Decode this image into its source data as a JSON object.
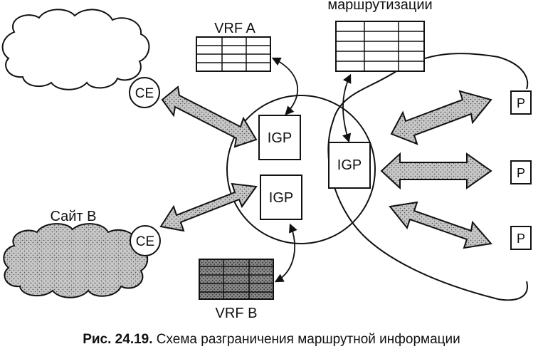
{
  "labels": {
    "vrf_a": "VRF A",
    "vrf_b": "VRF B",
    "routing_table_title": "маршрутизации",
    "site_b": "Сайт B",
    "ce_top": "CE",
    "ce_bottom": "CE",
    "igp_vrf_a": "IGP",
    "igp_vrf_b": "IGP",
    "igp_global": "IGP",
    "p_top": "P",
    "p_middle": "P",
    "p_bottom": "P"
  },
  "caption": {
    "number": "Рис. 24.19.",
    "text": " Схема разграничения маршрутной информации"
  }
}
